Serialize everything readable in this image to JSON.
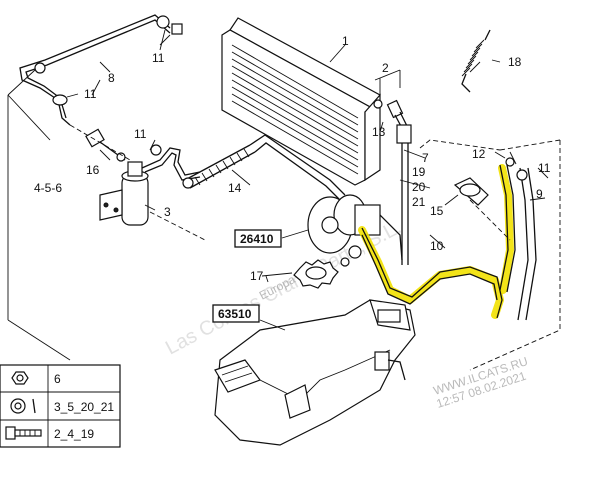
{
  "callouts": [
    "1",
    "2",
    "3",
    "4-5-6",
    "7",
    "8",
    "9",
    "10",
    "11",
    "12",
    "13",
    "14",
    "15",
    "16",
    "17",
    "18",
    "19",
    "20",
    "21"
  ],
  "boxed_refs": [
    "26410",
    "63510"
  ],
  "legend": [
    {
      "icon": "nut-icon",
      "text": "6"
    },
    {
      "icon": "washer-icon",
      "text": "3_5_20_21"
    },
    {
      "icon": "bolt-icon",
      "text": "2_4_19"
    }
  ],
  "watermark": {
    "main": "Las Colinas Crane Parts, S.L.",
    "euro": "Europa",
    "site": "WWW.ILCATS.RU",
    "stamp": "12:57 08.02.2021"
  },
  "colors": {
    "highlight": "#f2e100",
    "ink": "#111111"
  }
}
